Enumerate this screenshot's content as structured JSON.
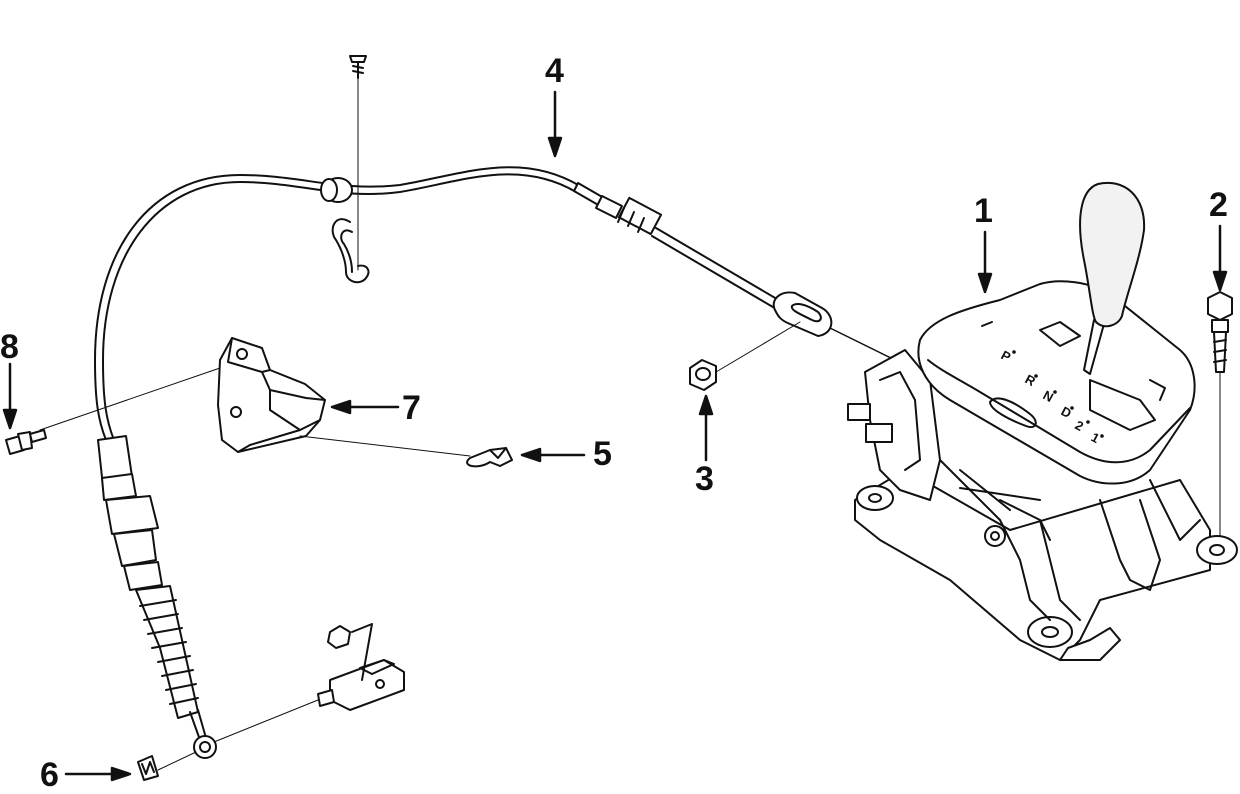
{
  "callouts": {
    "c1": "1",
    "c2": "2",
    "c3": "3",
    "c4": "4",
    "c5": "5",
    "c6": "6",
    "c7": "7",
    "c8": "8"
  },
  "shift_gate": {
    "p": "P",
    "r": "R",
    "n": "N",
    "d": "D",
    "two": "2",
    "one": "1"
  },
  "colors": {
    "line": "#111111",
    "background": "#ffffff",
    "knob_fill": "#f2f2f2"
  }
}
